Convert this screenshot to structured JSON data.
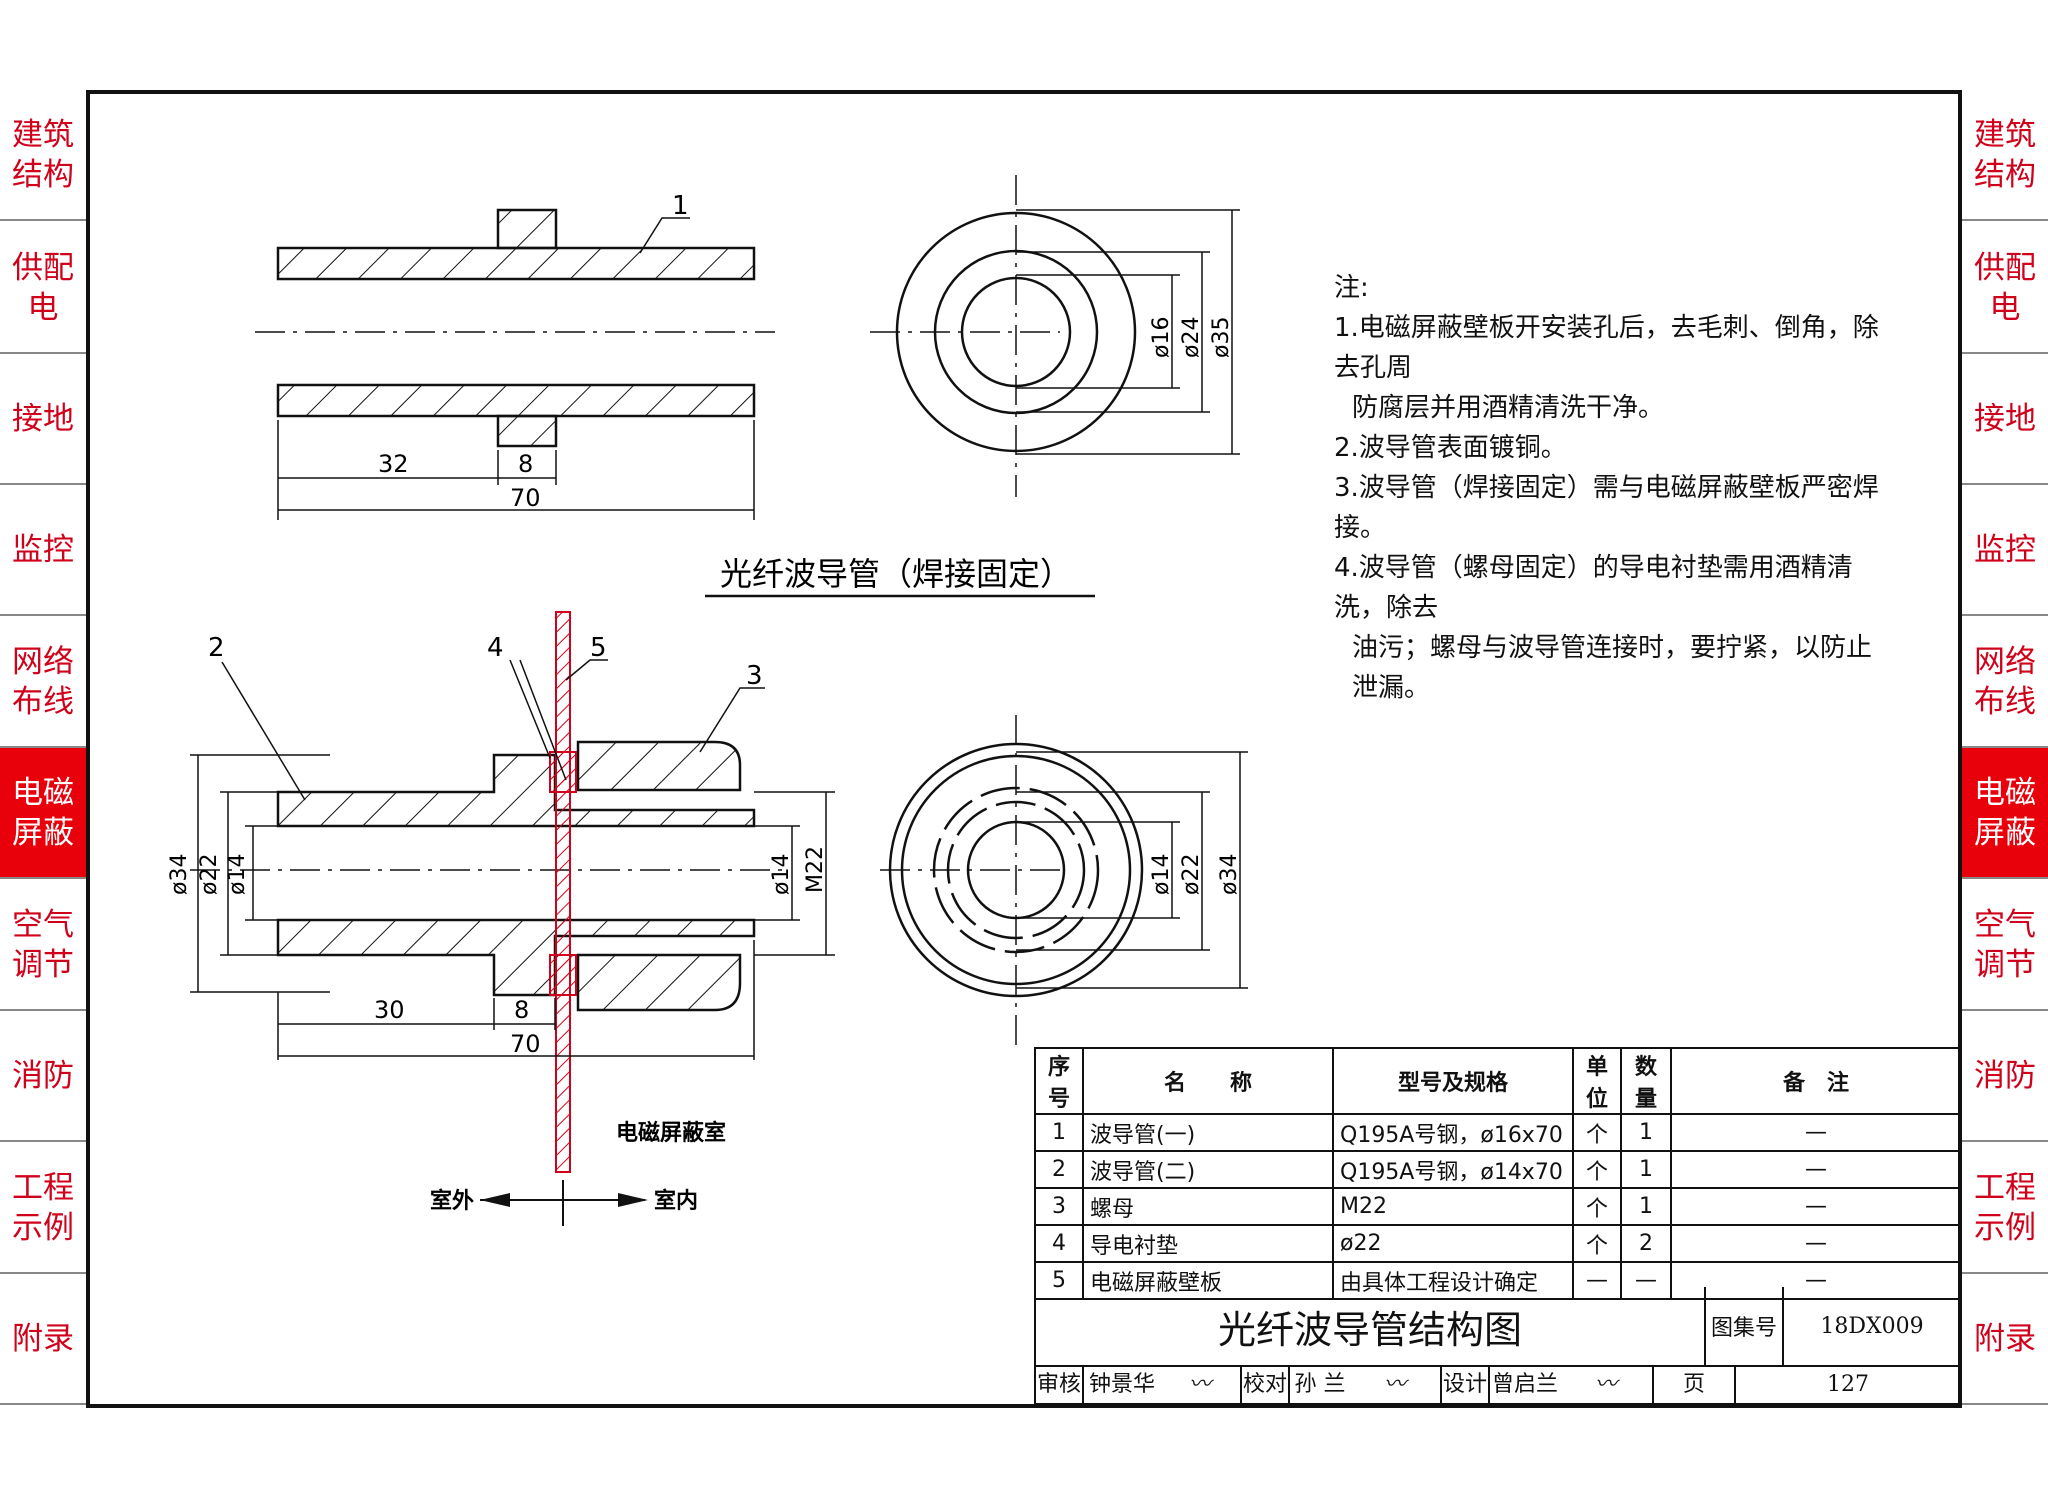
{
  "side_tabs": [
    {
      "label": "建筑结构",
      "active": false
    },
    {
      "label": "供配电",
      "active": false
    },
    {
      "label": "接地",
      "active": false
    },
    {
      "label": "监控",
      "active": false
    },
    {
      "label": "网络布线",
      "active": false
    },
    {
      "label": "电磁屏蔽",
      "active": true
    },
    {
      "label": "空气调节",
      "active": false
    },
    {
      "label": "消防",
      "active": false
    },
    {
      "label": "工程示例",
      "active": false
    },
    {
      "label": "附录",
      "active": false
    }
  ],
  "colors": {
    "accent": "#e8000b",
    "tab_text": "#d0021b",
    "plate_hatch": "#d0021b"
  },
  "drawing": {
    "top_view_title": "光纤波导管（焊接固定）",
    "top_dims": {
      "left_len": "32",
      "flange": "8",
      "total": "70",
      "d_inner": "ø16",
      "d_mid": "ø24",
      "d_outer": "ø35"
    },
    "bottom_dims": {
      "d34": "ø34",
      "d22": "ø22",
      "d14": "ø14",
      "right_d14": "ø14",
      "m22": "M22",
      "left_len": "30",
      "flange": "8",
      "total": "70",
      "end_d14": "ø14",
      "end_d22": "ø22",
      "end_d34": "ø34"
    },
    "callouts": [
      "1",
      "2",
      "3",
      "4",
      "5"
    ],
    "room_label": "电磁屏蔽室",
    "outside_label": "室外",
    "inside_label": "室内"
  },
  "notes": {
    "heading": "注:",
    "items": [
      "1.电磁屏蔽壁板开安装孔后，去毛刺、倒角，除去孔周",
      "防腐层并用酒精清洗干净。",
      "2.波导管表面镀铜。",
      "3.波导管（焊接固定）需与电磁屏蔽壁板严密焊接。",
      "4.波导管（螺母固定）的导电衬垫需用酒精清洗，除去",
      "油污；螺母与波导管连接时，要拧紧，以防止泄漏。"
    ]
  },
  "parts_table": {
    "headers": [
      "序号",
      "名　　称",
      "型号及规格",
      "单位",
      "数量",
      "备　注"
    ],
    "rows": [
      [
        "1",
        "波导管(一)",
        "Q195A号钢，ø16x70",
        "个",
        "1",
        "—"
      ],
      [
        "2",
        "波导管(二)",
        "Q195A号钢，ø14x70",
        "个",
        "1",
        "—"
      ],
      [
        "3",
        "螺母",
        "M22",
        "个",
        "1",
        "—"
      ],
      [
        "4",
        "导电衬垫",
        "ø22",
        "个",
        "2",
        "—"
      ],
      [
        "5",
        "电磁屏蔽壁板",
        "由具体工程设计确定",
        "—",
        "—",
        "—"
      ]
    ]
  },
  "title_block": {
    "title": "光纤波导管结构图",
    "atlas_label": "图集号",
    "atlas_no": "18DX009",
    "review_label": "审核",
    "reviewer": "钟景华",
    "check_label": "校对",
    "checker": "孙 兰",
    "design_label": "设计",
    "designer": "曾启兰",
    "page_label": "页",
    "page_no": "127"
  }
}
